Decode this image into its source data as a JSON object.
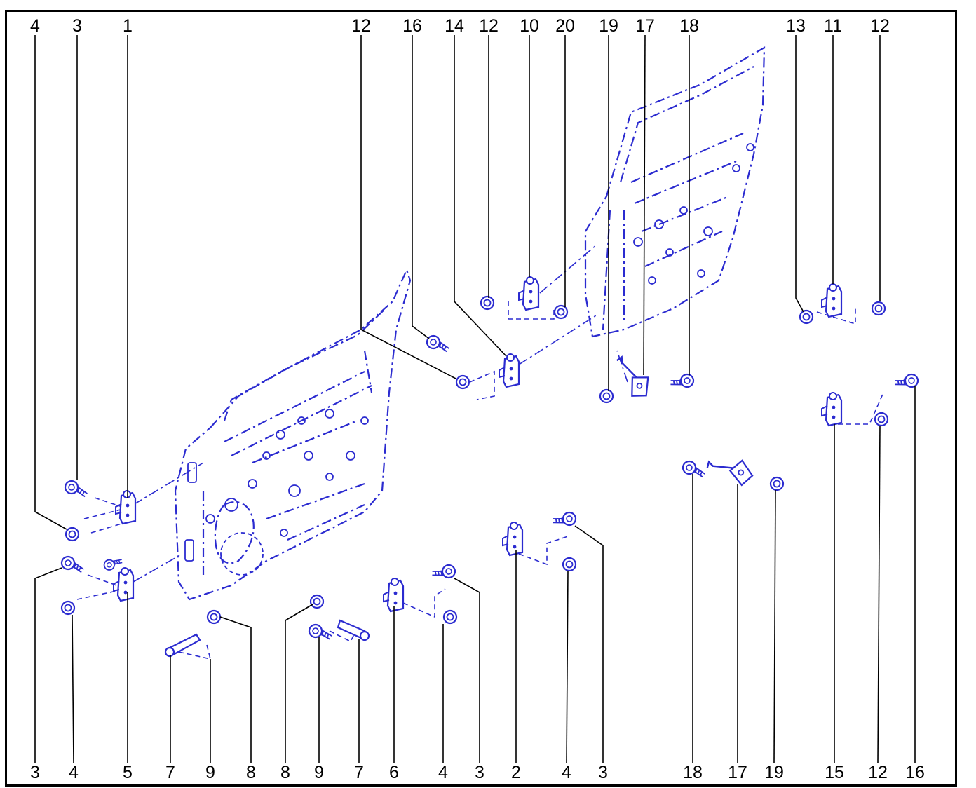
{
  "diagram": {
    "colors": {
      "parts": "#2b2bd0",
      "leaders": "#000000",
      "frame": "#000000",
      "background": "#ffffff"
    },
    "top_labels": [
      "4",
      "3",
      "1",
      "12",
      "16",
      "14",
      "12",
      "10",
      "20",
      "19",
      "17",
      "18",
      "13",
      "11",
      "12"
    ],
    "bottom_labels": [
      "3",
      "4",
      "5",
      "7",
      "9",
      "8",
      "8",
      "9",
      "7",
      "6",
      "4",
      "3",
      "2",
      "4",
      "3",
      "18",
      "17",
      "19",
      "15",
      "12",
      "16"
    ],
    "parts": [
      "front-door-panel",
      "rear-door-panel",
      "hinge-1",
      "hinge-5",
      "hinge-6",
      "hinge-2",
      "hinge-14",
      "hinge-10",
      "hinge-11",
      "hinge-15",
      "check-strap-17-upper",
      "check-strap-17-lower",
      "link-7-left",
      "link-7-right"
    ]
  }
}
